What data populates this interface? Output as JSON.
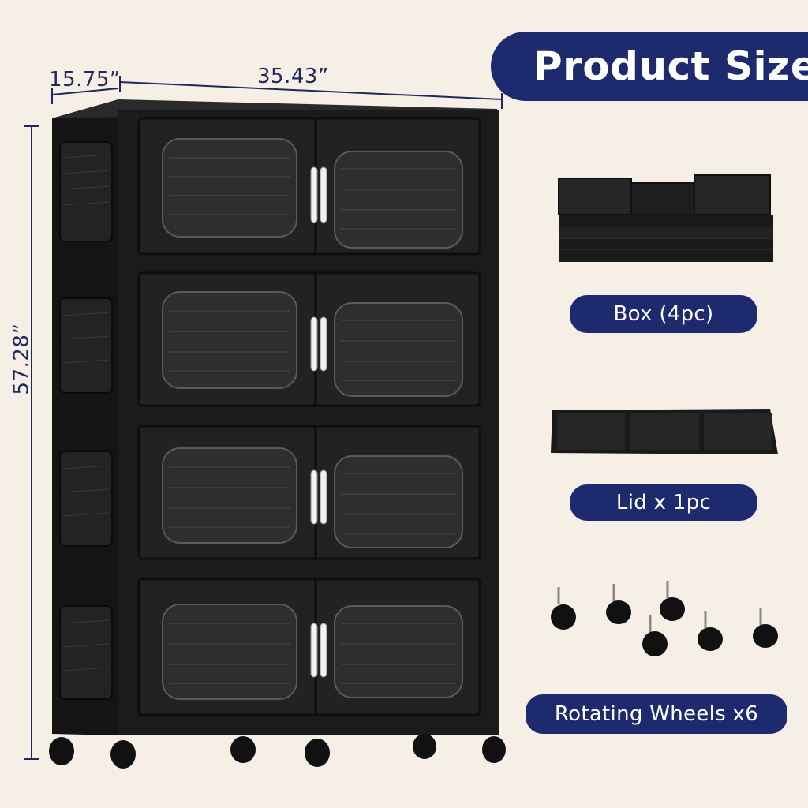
{
  "page": {
    "title": "Product Size",
    "dimensions": {
      "depth": "15.75”",
      "width": "35.43”",
      "height": "57.28”"
    },
    "components": [
      {
        "label": "Box (4pc)",
        "icon": "stacked-boxes-image"
      },
      {
        "label": "Lid x 1pc",
        "icon": "lid-image"
      },
      {
        "label": "Rotating Wheels x6",
        "icon": "caster-wheels-image"
      }
    ]
  },
  "colors": {
    "background": "#f6efe5",
    "accent": "#1d2a6e",
    "cabinet": "#1b1b1b",
    "dimension_line": "#1e2a5a"
  }
}
